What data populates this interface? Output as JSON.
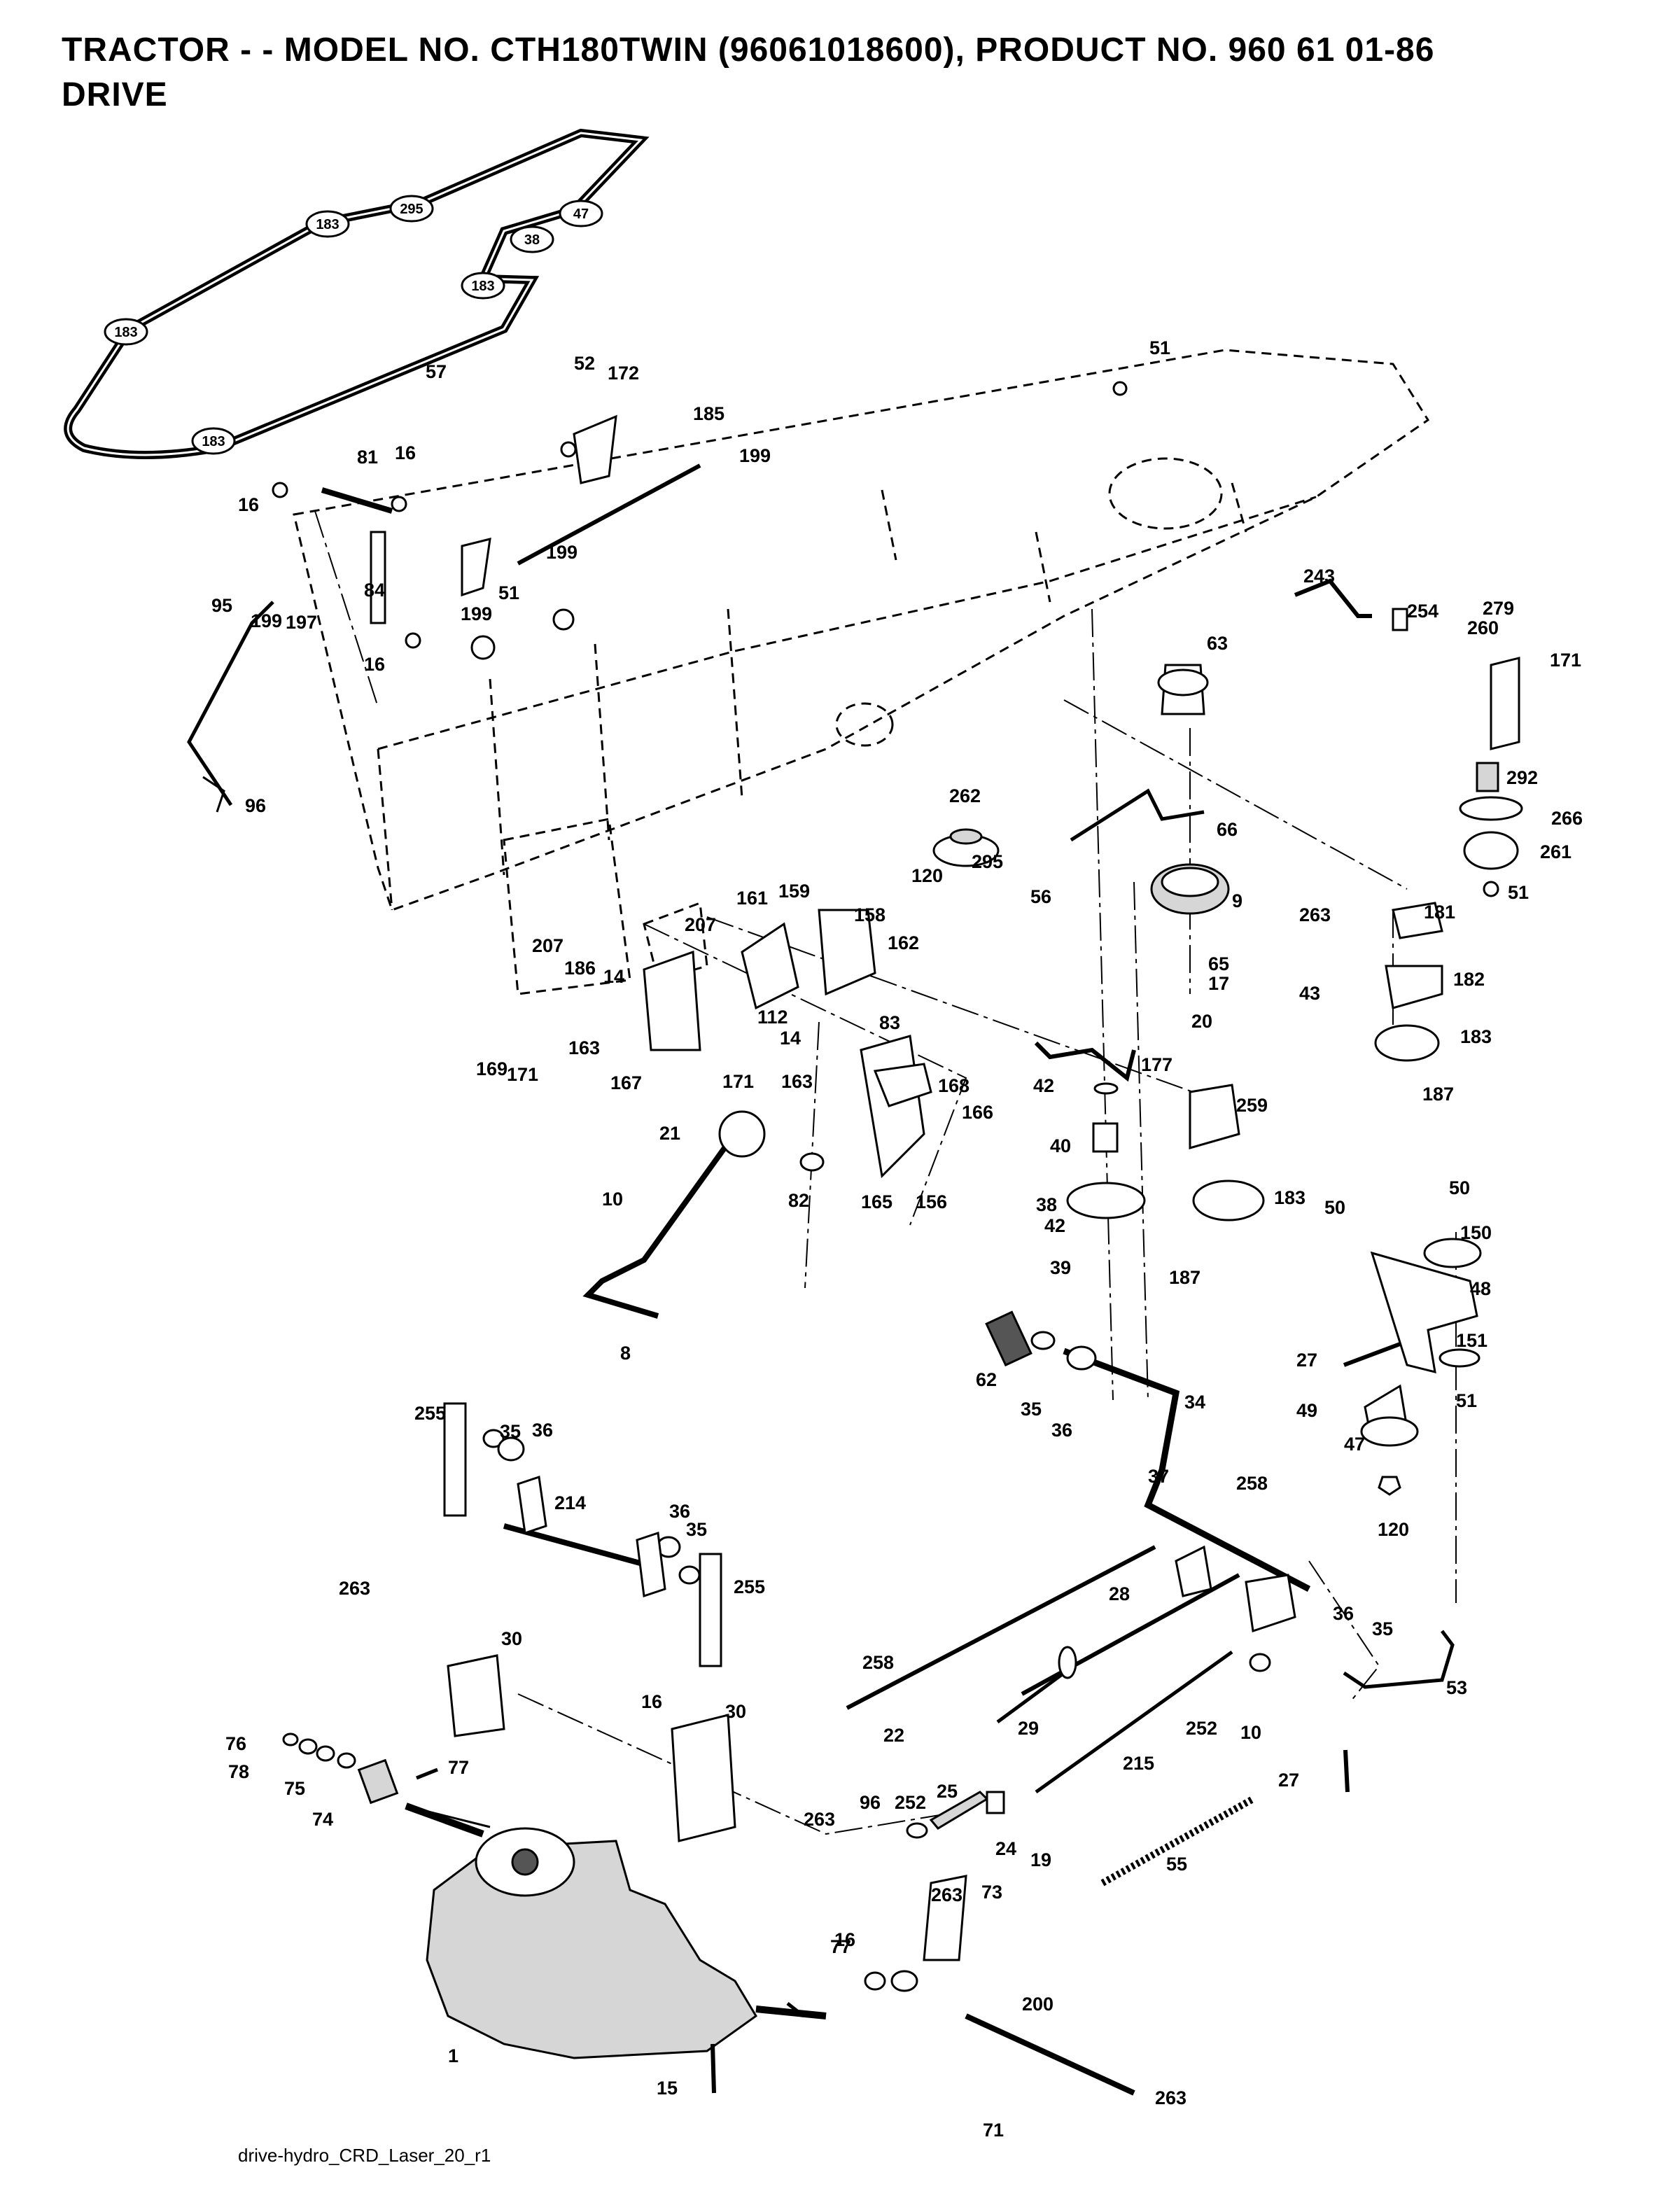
{
  "header": {
    "title_line1": "TRACTOR - - MODEL NO. CTH180TWIN (96061018600), PRODUCT NO. 960 61 01-86",
    "title_line2": "DRIVE"
  },
  "footer": {
    "drawing_id": "drive-hydro_CRD_Laser_20_r1"
  },
  "belt_badges": [
    "183",
    "295",
    "38",
    "47",
    "183",
    "183",
    "183"
  ],
  "part_labels": [
    "57",
    "52",
    "172",
    "185",
    "199",
    "81",
    "16",
    "16",
    "199",
    "84",
    "51",
    "199",
    "197",
    "16",
    "95",
    "199",
    "96",
    "51",
    "243",
    "254",
    "279",
    "260",
    "171",
    "63",
    "292",
    "262",
    "66",
    "266",
    "295",
    "261",
    "120",
    "56",
    "9",
    "263",
    "181",
    "51",
    "65",
    "17",
    "182",
    "43",
    "20",
    "183",
    "177",
    "187",
    "42",
    "259",
    "40",
    "38",
    "183",
    "42",
    "187",
    "39",
    "161",
    "159",
    "207",
    "158",
    "162",
    "186",
    "14",
    "207",
    "112",
    "14",
    "163",
    "83",
    "169",
    "171",
    "167",
    "171",
    "163",
    "168",
    "166",
    "21",
    "82",
    "165",
    "156",
    "10",
    "8",
    "50",
    "50",
    "150",
    "48",
    "27",
    "151",
    "49",
    "51",
    "47",
    "120",
    "62",
    "35",
    "36",
    "34",
    "37",
    "258",
    "255",
    "35",
    "36",
    "214",
    "36",
    "35",
    "255",
    "263",
    "30",
    "36",
    "35",
    "28",
    "53",
    "258",
    "22",
    "16",
    "30",
    "29",
    "252",
    "10",
    "76",
    "78",
    "75",
    "77",
    "74",
    "263",
    "215",
    "27",
    "96",
    "252",
    "25",
    "24",
    "19",
    "55",
    "263",
    "73",
    "16",
    "77",
    "200",
    "1",
    "15",
    "71",
    "263"
  ]
}
